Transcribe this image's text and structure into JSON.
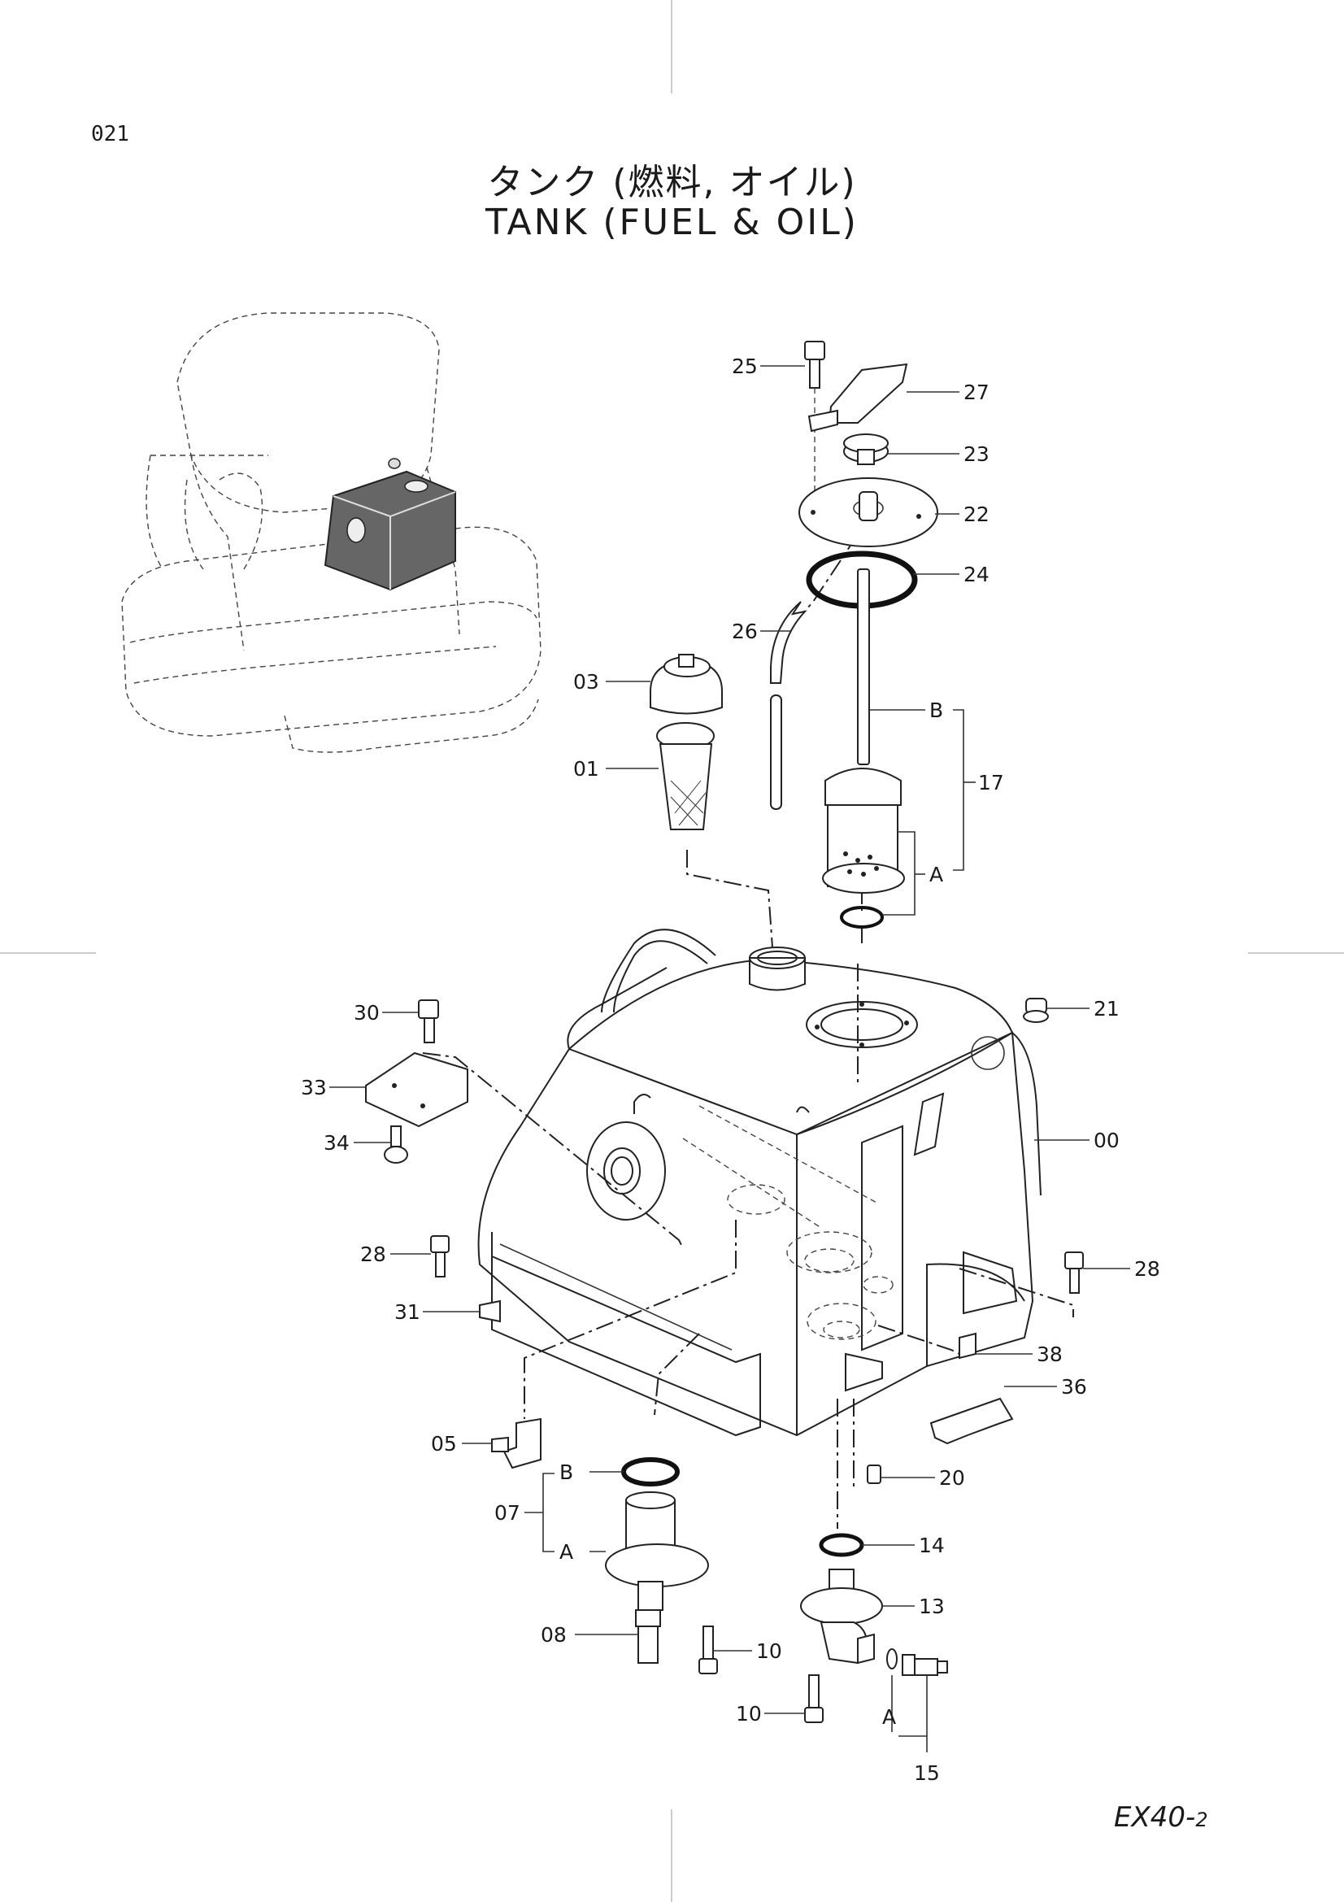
{
  "page_number": "021",
  "title_jp": "タンク (燃料, オイル)",
  "title_en": "TANK (FUEL & OIL)",
  "model": {
    "base": "EX40-",
    "sub": "2"
  },
  "parts": [
    {
      "id": "p25",
      "label": "25"
    },
    {
      "id": "p27",
      "label": "27"
    },
    {
      "id": "p23",
      "label": "23"
    },
    {
      "id": "p22",
      "label": "22"
    },
    {
      "id": "p24",
      "label": "24"
    },
    {
      "id": "p26",
      "label": "26"
    },
    {
      "id": "p03",
      "label": "03"
    },
    {
      "id": "pB1",
      "label": "B"
    },
    {
      "id": "p01",
      "label": "01"
    },
    {
      "id": "p17",
      "label": "17"
    },
    {
      "id": "pA1",
      "label": "A"
    },
    {
      "id": "p30",
      "label": "30"
    },
    {
      "id": "p21",
      "label": "21"
    },
    {
      "id": "p33",
      "label": "33"
    },
    {
      "id": "p00",
      "label": "00"
    },
    {
      "id": "p34",
      "label": "34"
    },
    {
      "id": "p28a",
      "label": "28"
    },
    {
      "id": "p28b",
      "label": "28"
    },
    {
      "id": "p31",
      "label": "31"
    },
    {
      "id": "p38",
      "label": "38"
    },
    {
      "id": "p36",
      "label": "36"
    },
    {
      "id": "p05",
      "label": "05"
    },
    {
      "id": "pB2",
      "label": "B"
    },
    {
      "id": "p20",
      "label": "20"
    },
    {
      "id": "p07",
      "label": "07"
    },
    {
      "id": "pA2",
      "label": "A"
    },
    {
      "id": "p14",
      "label": "14"
    },
    {
      "id": "p13",
      "label": "13"
    },
    {
      "id": "p08",
      "label": "08"
    },
    {
      "id": "p10a",
      "label": "10"
    },
    {
      "id": "p10b",
      "label": "10"
    },
    {
      "id": "pA3",
      "label": "A"
    },
    {
      "id": "p15",
      "label": "15"
    }
  ]
}
